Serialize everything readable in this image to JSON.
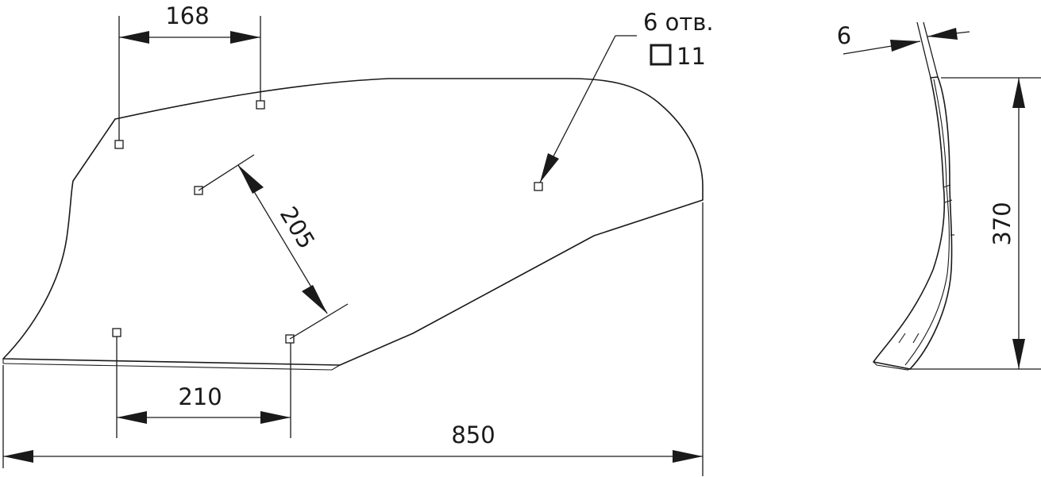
{
  "dimensions": {
    "hole_spacing_top": "168",
    "hole_spacing_diagonal": "205",
    "hole_spacing_bottom": "210",
    "overall_length": "850",
    "thickness": "6",
    "height": "370"
  },
  "hole_note": {
    "count_text": "6 отв.",
    "size_text": "11",
    "symbol": "square-hole-icon"
  },
  "colors": {
    "line": "#1a1a1a",
    "background": "#ffffff"
  }
}
